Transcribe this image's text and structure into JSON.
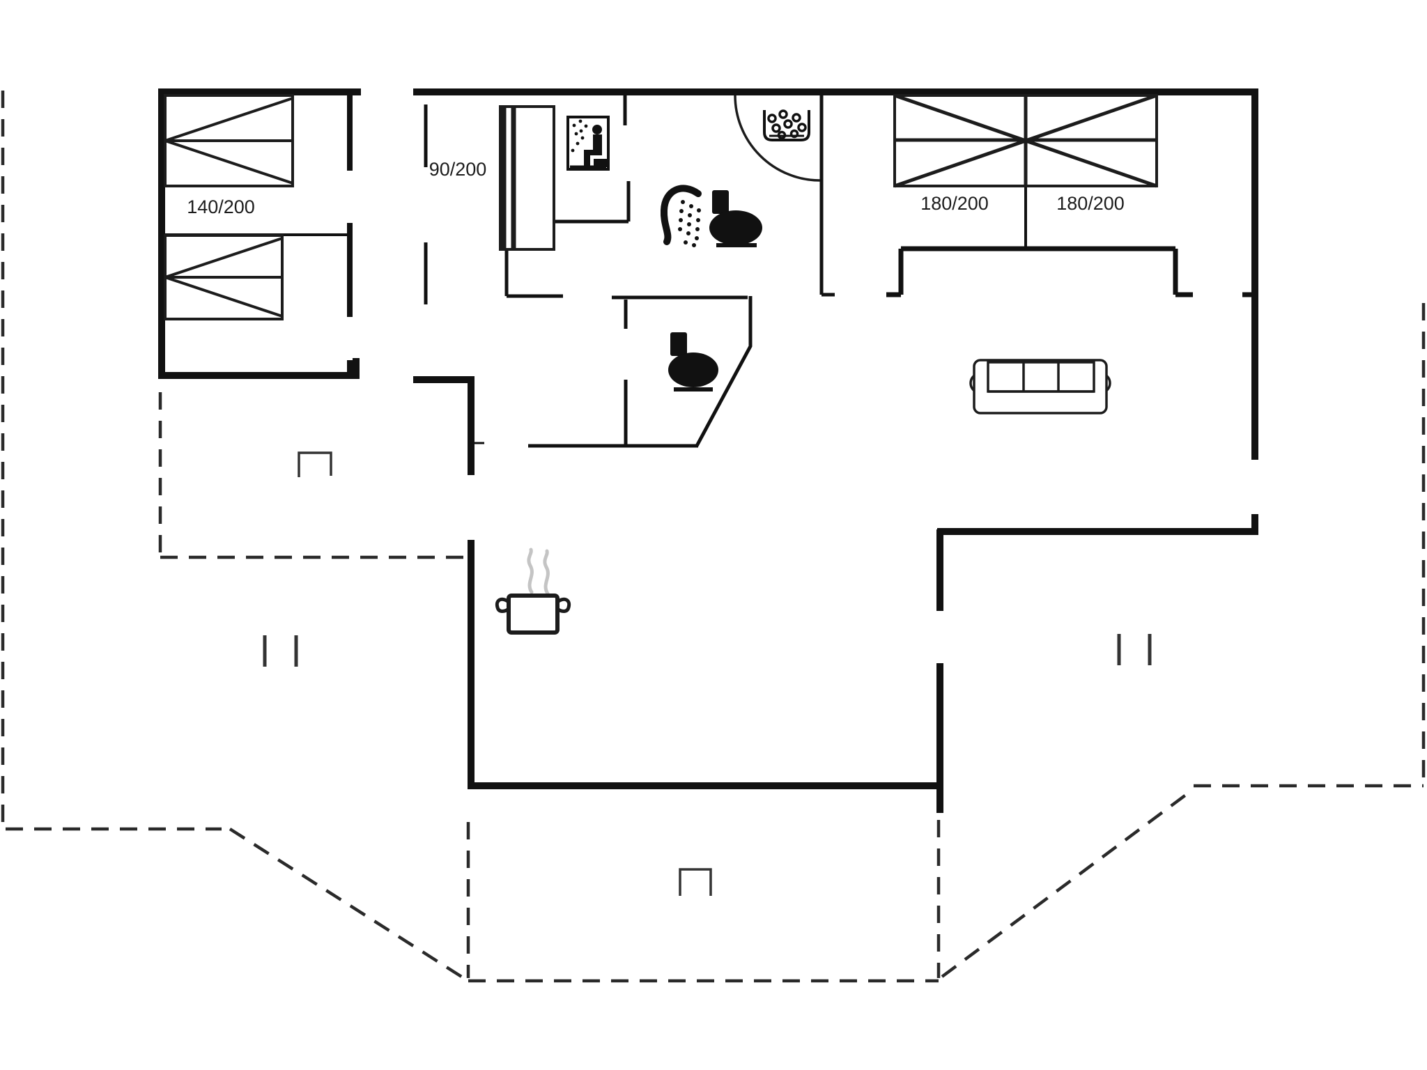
{
  "floor_plan": {
    "type": "holiday-house floor plan, top-down architectural drawing",
    "labels": {
      "bed_left_double": "140/200",
      "bed_single": "90/200",
      "bed_right_1": "180/200",
      "bed_right_2": "180/200"
    },
    "icons": [
      "double-bed-icon",
      "single-bed-icon",
      "sauna-icon",
      "shower-icon",
      "toilet-icon",
      "washbasin-icon",
      "door-swing-arc",
      "sofa-icon",
      "cooking-pot-icon",
      "steam-icon",
      "chimney-icon",
      "terrace-dashed-outline",
      "window-tick-marks"
    ],
    "colors": {
      "background": "#ffffff",
      "walls": "#111111",
      "furniture_line": "#1c1c1c",
      "steam": "#c4c4c4",
      "label_text": "#1c1c1c"
    }
  }
}
